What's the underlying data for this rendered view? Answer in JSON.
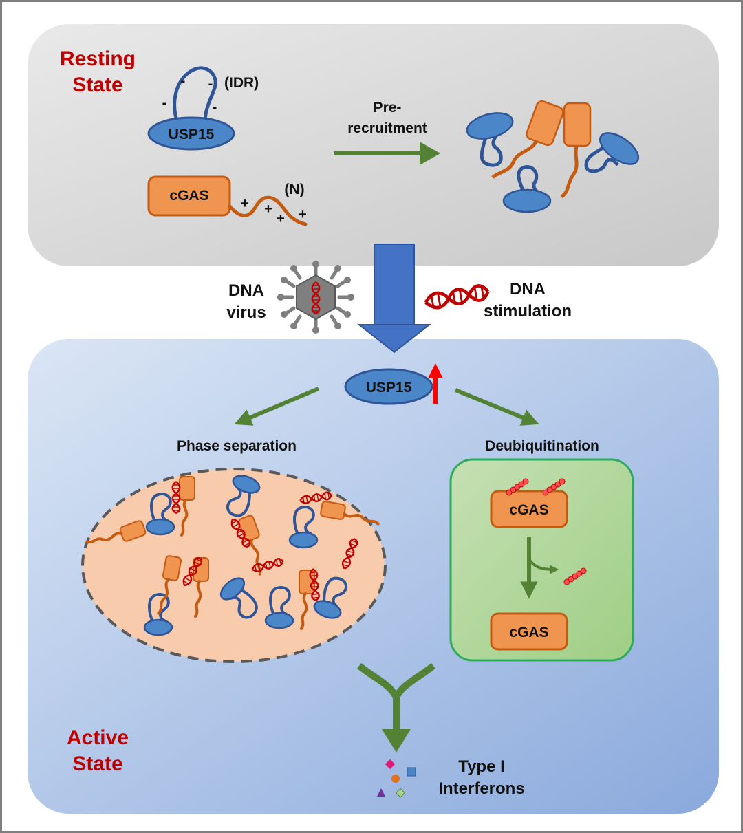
{
  "resting_state": {
    "title_line1": "Resting",
    "title_line2": "State",
    "usp15_label": "USP15",
    "idr_label": "(IDR)",
    "idr_charge": "-",
    "cgas_label": "cGAS",
    "n_label": "(N)",
    "n_charge": "+",
    "arrow_label_line1": "Pre-",
    "arrow_label_line2": "recruitment"
  },
  "stimuli": {
    "virus_line1": "DNA",
    "virus_line2": "virus",
    "dna_line1": "DNA",
    "dna_line2": "stimulation"
  },
  "active_state": {
    "title_line1": "Active",
    "title_line2": "State",
    "usp15_label": "USP15",
    "phase_separation_label": "Phase separation",
    "deubiquitination_label": "Deubiquitination",
    "cgas_top_label": "cGAS",
    "cgas_bottom_label": "cGAS",
    "output_line1": "Type I",
    "output_line2": "Interferons"
  },
  "colors": {
    "resting_bg": "#d6d6d6",
    "active_bg": "#a9bfe3",
    "title_red": "#c00000",
    "usp15_blue": "#4a86c8",
    "usp15_outline": "#2f5597",
    "cgas_orange": "#f0954f",
    "cgas_outline": "#c55a11",
    "arrow_green": "#548235",
    "main_arrow_blue": "#4472c4",
    "droplet_fill": "#f8cbad",
    "deub_box_fill": "#a9d18e",
    "deub_box_outline": "#2eaa5c",
    "dna_red": "#c00000",
    "ubiquitin_red": "#ff5050",
    "up_arrow_red": "#ff0000"
  },
  "icons": [
    "dna-virus-icon",
    "dna-double-helix-icon",
    "ubiquitin-chain-icon",
    "up-arrow-icon",
    "interferon-molecules-icon"
  ]
}
